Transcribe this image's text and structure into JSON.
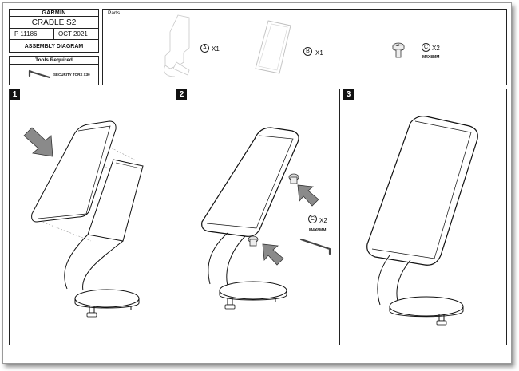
{
  "title_block": {
    "brand": "GARMIN",
    "product": "CRADLE S2",
    "part_number": "P 11186",
    "date": "OCT 2021",
    "doc_type": "ASSEMBLY DIAGRAM"
  },
  "tools": {
    "header": "Tools Required",
    "item": "SECURITY TORX X30"
  },
  "parts": {
    "header": "Parts",
    "items": [
      {
        "letter": "A",
        "qty": "X1"
      },
      {
        "letter": "B",
        "qty": "X1"
      },
      {
        "letter": "C",
        "qty": "X2",
        "spec": "M4X8MM"
      }
    ]
  },
  "steps": [
    {
      "number": "1"
    },
    {
      "number": "2",
      "callout_letter": "C",
      "callout_qty": "X2",
      "callout_spec": "M4X8MM"
    },
    {
      "number": "3"
    }
  ]
}
